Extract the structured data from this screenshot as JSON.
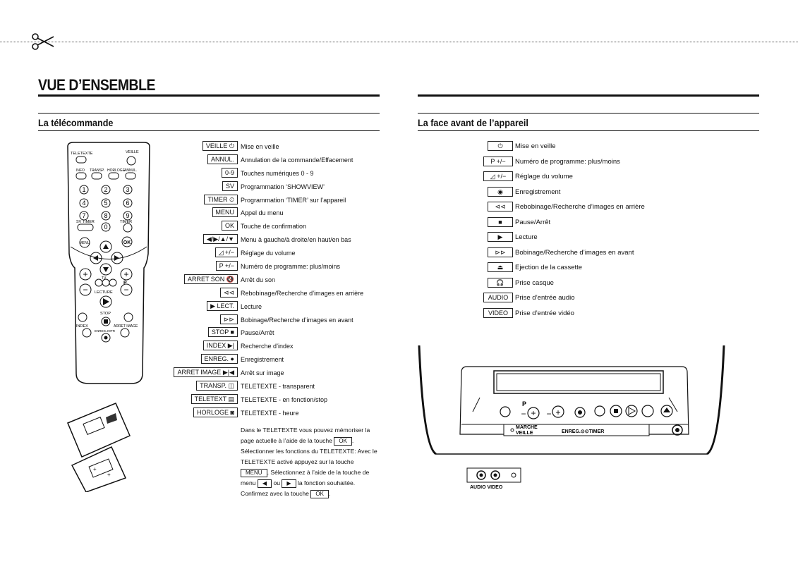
{
  "page": {
    "title": "VUE D’ENSEMBLE",
    "section_left": "La télécommande",
    "section_right": "La face avant de l’appareil"
  },
  "remote_keys": [
    {
      "key": "VEILLE ⏻",
      "desc": "Mise en veille"
    },
    {
      "key": "ANNUL.",
      "desc": "Annulation de la commande/Effacement"
    },
    {
      "key": "0-9",
      "desc": "Touches numériques 0 - 9"
    },
    {
      "key": "SV",
      "desc": "Programmation ‘SHOWVIEW’"
    },
    {
      "key": "TIMER ⏲",
      "desc": "Programmation ‘TIMER’ sur l’appareil"
    },
    {
      "key": "MENU",
      "desc": "Appel du menu"
    },
    {
      "key": "OK",
      "desc": "Touche de confirmation"
    },
    {
      "key": "◀/▶/▲/▼",
      "desc": "Menu à gauche/à droite/en haut/en bas"
    },
    {
      "key": "◿ +/−",
      "desc": "Réglage du volume"
    },
    {
      "key": "P +/−",
      "desc": "Numéro de programme: plus/moins"
    },
    {
      "key": "ARRET SON 🔇",
      "desc": "Arrêt du son"
    },
    {
      "key": "⊲⊲",
      "desc": "Rebobinage/Recherche d’images en arrière"
    },
    {
      "key": "▶ LECT.",
      "desc": "Lecture"
    },
    {
      "key": "⊳⊳",
      "desc": "Bobinage/Recherche d’images en avant"
    },
    {
      "key": "STOP ■",
      "desc": "Pause/Arrêt"
    },
    {
      "key": "INDEX ▶|",
      "desc": "Recherche d’index"
    },
    {
      "key": "ENREG. ●",
      "desc": "Enregistrement"
    },
    {
      "key": "ARRET IMAGE ▶|◀",
      "desc": "Arrêt sur image"
    },
    {
      "key": "TRANSP. ◫",
      "desc": "TELETEXTE - transparent"
    },
    {
      "key": "TELETEXT ▤",
      "desc": "TELETEXTE - en fonction/stop"
    },
    {
      "key": "HORLOGE ◙",
      "desc": "TELETEXTE - heure"
    }
  ],
  "note": {
    "line1": "Dans le TELETEXTE vous pouvez mémoriser la page actuelle à l’aide de la touche",
    "ok1": "OK",
    "line2": "Sélectionner les fonctions du TELETEXTE: Avec le TELETEXTE activé appuyez sur la touche",
    "menu": "MENU",
    "line3": ". Sélectionnez à l’aide de la touche de menu",
    "or": "ou",
    "line4": "la fonction souhaitée. Confirmez avec la touche",
    "ok2": "OK"
  },
  "front_keys": [
    {
      "key": "⏻",
      "desc": "Mise en veille"
    },
    {
      "key": "P +/−",
      "desc": "Numéro de programme: plus/moins"
    },
    {
      "key": "◿ +/−",
      "desc": "Réglage du volume"
    },
    {
      "key": "◉",
      "desc": "Enregistrement"
    },
    {
      "key": "⊲⊲",
      "desc": "Rebobinage/Recherche d’images en arrière"
    },
    {
      "key": "■",
      "desc": "Pause/Arrêt"
    },
    {
      "key": "▶",
      "desc": "Lecture"
    },
    {
      "key": "⊳⊳",
      "desc": "Bobinage/Recherche d’images en avant"
    },
    {
      "key": "⏏",
      "desc": "Ejection de la cassette"
    },
    {
      "key": "🎧",
      "desc": "Prise casque"
    },
    {
      "key": "AUDIO",
      "desc": "Prise d’entrée audio"
    },
    {
      "key": "VIDEO",
      "desc": "Prise d’entrée vidéo"
    }
  ],
  "remote_labels": {
    "teletexte": "TELETEXTE",
    "veille": "VEILLE",
    "info": "INFO",
    "transp": "TRANSP.",
    "horloge": "HORLOGE",
    "annul": "ANNUL.",
    "svtimer": "SV TIMER",
    "timer": "TIMER",
    "menu": "MENU",
    "ok": "OK",
    "tv": "TV",
    "p": "P",
    "lecture": "LECTURE",
    "stop": "STOP",
    "index": "INDEX",
    "arret_image": "ARRET IMAGE",
    "enreg": "ENREG.JOTR",
    "n1": "1",
    "n2": "2",
    "n3": "3",
    "n4": "4",
    "n5": "5",
    "n6": "6",
    "n7": "7",
    "n8": "8",
    "n9": "9",
    "n0": "0"
  },
  "device_labels": {
    "p": "P",
    "marche": "MARCHE",
    "veille": "VEILLE",
    "enreg_timer": "ENREG.⊙⊙TIMER",
    "audio_video": "AUDIO VIDEO"
  }
}
